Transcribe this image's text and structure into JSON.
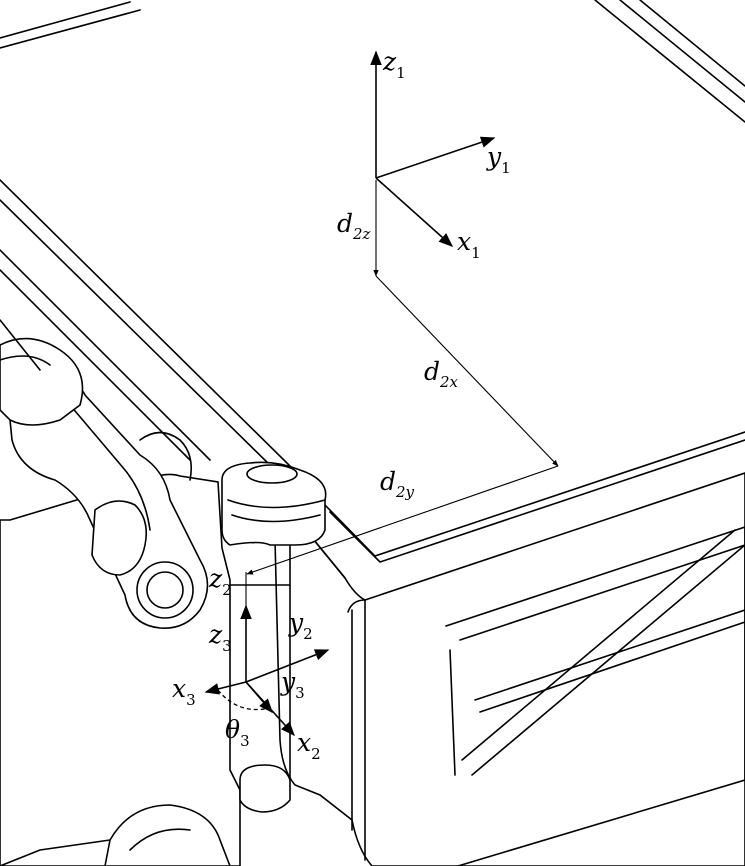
{
  "labels": {
    "z1": {
      "main": "z",
      "sub": "1"
    },
    "y1": {
      "main": "y",
      "sub": "1"
    },
    "x1": {
      "main": "x",
      "sub": "1"
    },
    "d2z": {
      "main": "d",
      "sub": "2z"
    },
    "d2x": {
      "main": "d",
      "sub": "2x"
    },
    "d2y": {
      "main": "d",
      "sub": "2y"
    },
    "z2": {
      "main": "z",
      "sub": "2"
    },
    "z3": {
      "main": "z",
      "sub": "3"
    },
    "y2": {
      "main": "y",
      "sub": "2"
    },
    "y3": {
      "main": "y",
      "sub": "3"
    },
    "x3": {
      "main": "x",
      "sub": "3"
    },
    "x2": {
      "main": "x",
      "sub": "2"
    },
    "theta3": {
      "main": "θ",
      "sub": "3"
    }
  }
}
